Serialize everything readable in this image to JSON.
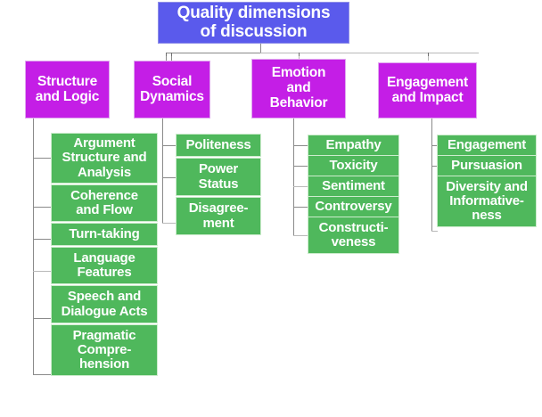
{
  "diagram": {
    "title": "Quality dimensions\nof discussion",
    "colors": {
      "root": "#5a5aec",
      "category": "#c41ee6",
      "leaf": "#4fb85c",
      "connector": "#8a8a8a",
      "text": "#ffffff",
      "background": "#ffffff"
    },
    "categories": [
      {
        "label": "Structure\nand Logic",
        "children": [
          "Argument\nStructure and\nAnalysis",
          "Coherence\nand Flow",
          "Turn-taking",
          "Language\nFeatures",
          "Speech and\nDialogue Acts",
          "Pragmatic\nCompre-\nhension"
        ]
      },
      {
        "label": "Social\nDynamics",
        "children": [
          "Politeness",
          "Power\nStatus",
          "Disagree-\nment"
        ]
      },
      {
        "label": "Emotion\nand\nBehavior",
        "children": [
          "Empathy",
          "Toxicity",
          "Sentiment",
          "Controversy",
          "Constructi-\nveness"
        ]
      },
      {
        "label": "Engagement\nand Impact",
        "children": [
          "Engagement",
          "Pursuasion",
          "Diversity and\nInformative-\nness"
        ]
      }
    ]
  }
}
